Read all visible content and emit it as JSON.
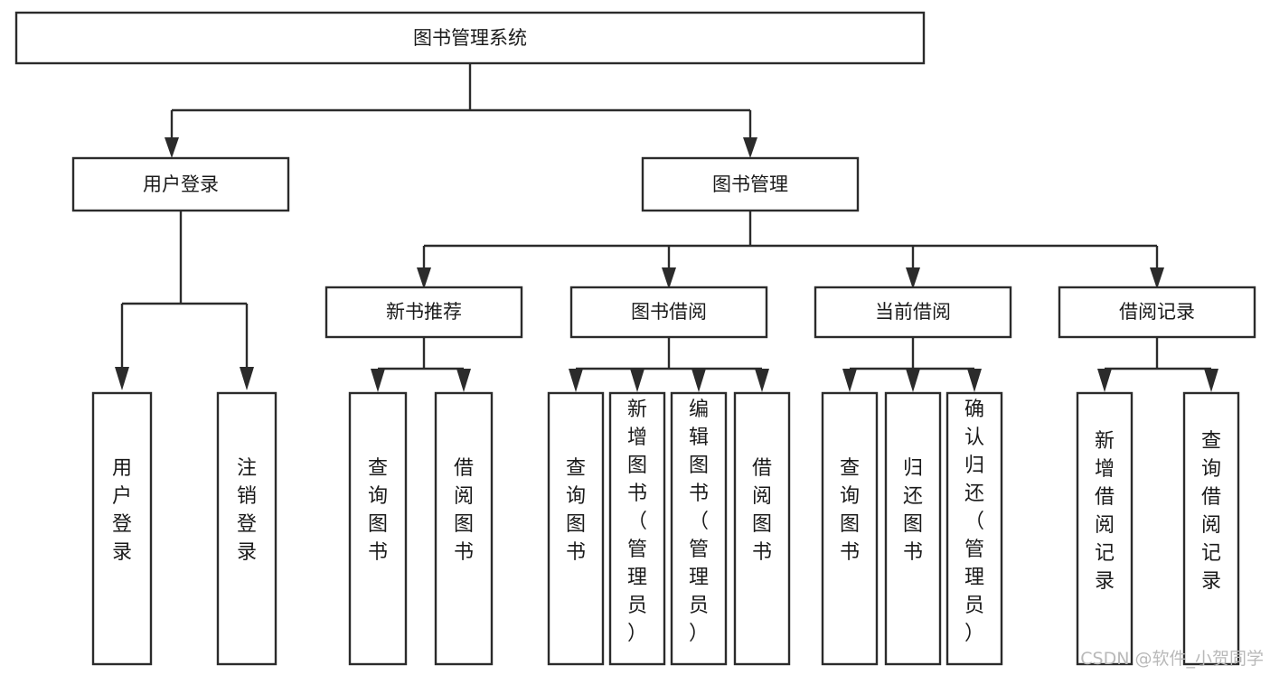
{
  "diagram": {
    "title": "图书管理系统",
    "type": "hierarchy-tree",
    "root": {
      "id": "root",
      "label": "图书管理系统"
    },
    "level1": [
      {
        "id": "user-login",
        "label": "用户登录"
      },
      {
        "id": "book-manage",
        "label": "图书管理"
      }
    ],
    "level2": [
      {
        "id": "new-book-recommend",
        "label": "新书推荐",
        "parent": "book-manage"
      },
      {
        "id": "book-borrow",
        "label": "图书借阅",
        "parent": "book-manage"
      },
      {
        "id": "current-borrow",
        "label": "当前借阅",
        "parent": "book-manage"
      },
      {
        "id": "borrow-record",
        "label": "借阅记录",
        "parent": "book-manage"
      }
    ],
    "leaves": {
      "user_login": [
        {
          "id": "leaf-user-login",
          "label": "用户登录"
        },
        {
          "id": "leaf-user-logout",
          "label": "注销登录"
        }
      ],
      "new_book_recommend": [
        {
          "id": "leaf-query-book-1",
          "label": "查询图书"
        },
        {
          "id": "leaf-borrow-book-1",
          "label": "借阅图书"
        }
      ],
      "book_borrow": [
        {
          "id": "leaf-query-book-2",
          "label": "查询图书"
        },
        {
          "id": "leaf-add-book",
          "label": "新增图书（管理员）"
        },
        {
          "id": "leaf-edit-book",
          "label": "编辑图书（管理员）"
        },
        {
          "id": "leaf-borrow-book-2",
          "label": "借阅图书"
        }
      ],
      "current_borrow": [
        {
          "id": "leaf-query-book-3",
          "label": "查询图书"
        },
        {
          "id": "leaf-return-book",
          "label": "归还图书"
        },
        {
          "id": "leaf-confirm-return",
          "label": "确认归还（管理员）"
        }
      ],
      "borrow_record": [
        {
          "id": "leaf-add-record",
          "label": "新增借阅记录"
        },
        {
          "id": "leaf-query-record",
          "label": "查询借阅记录"
        }
      ]
    }
  },
  "watermark": {
    "text": "CSDN @软件_小贺同学"
  },
  "colors": {
    "background": "#ffffff",
    "box_fill": "#ffffff",
    "box_stroke": "#2b2b2b",
    "text": "#1a1a1a",
    "watermark": "#b9b9b9"
  }
}
